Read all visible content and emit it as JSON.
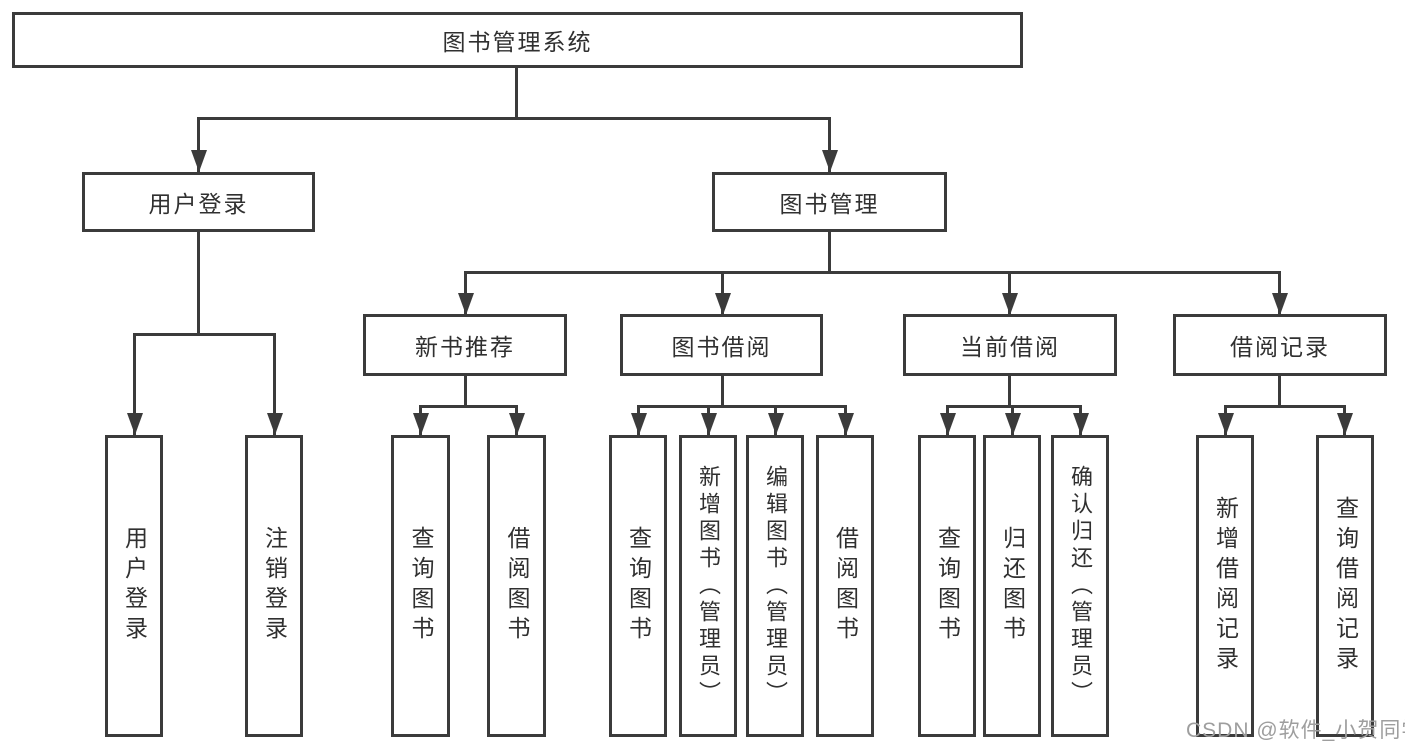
{
  "colors": {
    "line": "#3b3b3b",
    "text": "#303030",
    "box_background": "#ffffff",
    "page_background": "#ffffff",
    "watermark": "#9e9e9e"
  },
  "root": {
    "label": "图书管理系统"
  },
  "level2": {
    "user_login": {
      "label": "用户登录"
    },
    "book_management": {
      "label": "图书管理"
    }
  },
  "level3": {
    "new_book_recommendation": {
      "label": "新书推荐"
    },
    "book_borrowing": {
      "label": "图书借阅"
    },
    "current_borrowing": {
      "label": "当前借阅"
    },
    "borrowing_records": {
      "label": "借阅记录"
    }
  },
  "leaves": {
    "user_login": {
      "label": "用户登录"
    },
    "logout": {
      "label": "注销登录"
    },
    "recommend_query_books": {
      "label": "查询图书"
    },
    "recommend_borrow_books": {
      "label": "借阅图书"
    },
    "borrow_query_books": {
      "label": "查询图书"
    },
    "borrow_add_books": {
      "label": "新增图书（管理员）"
    },
    "borrow_edit_books": {
      "label": "编辑图书（管理员）"
    },
    "borrow_borrow_books": {
      "label": "借阅图书"
    },
    "current_query_books": {
      "label": "查询图书"
    },
    "current_return_books": {
      "label": "归还图书"
    },
    "current_confirm_return": {
      "label": "确认归还（管理员）"
    },
    "records_add_record": {
      "label": "新增借阅记录"
    },
    "records_query_record": {
      "label": "查询借阅记录"
    }
  },
  "watermark": {
    "label": "CSDN @软件_小贺同学"
  }
}
